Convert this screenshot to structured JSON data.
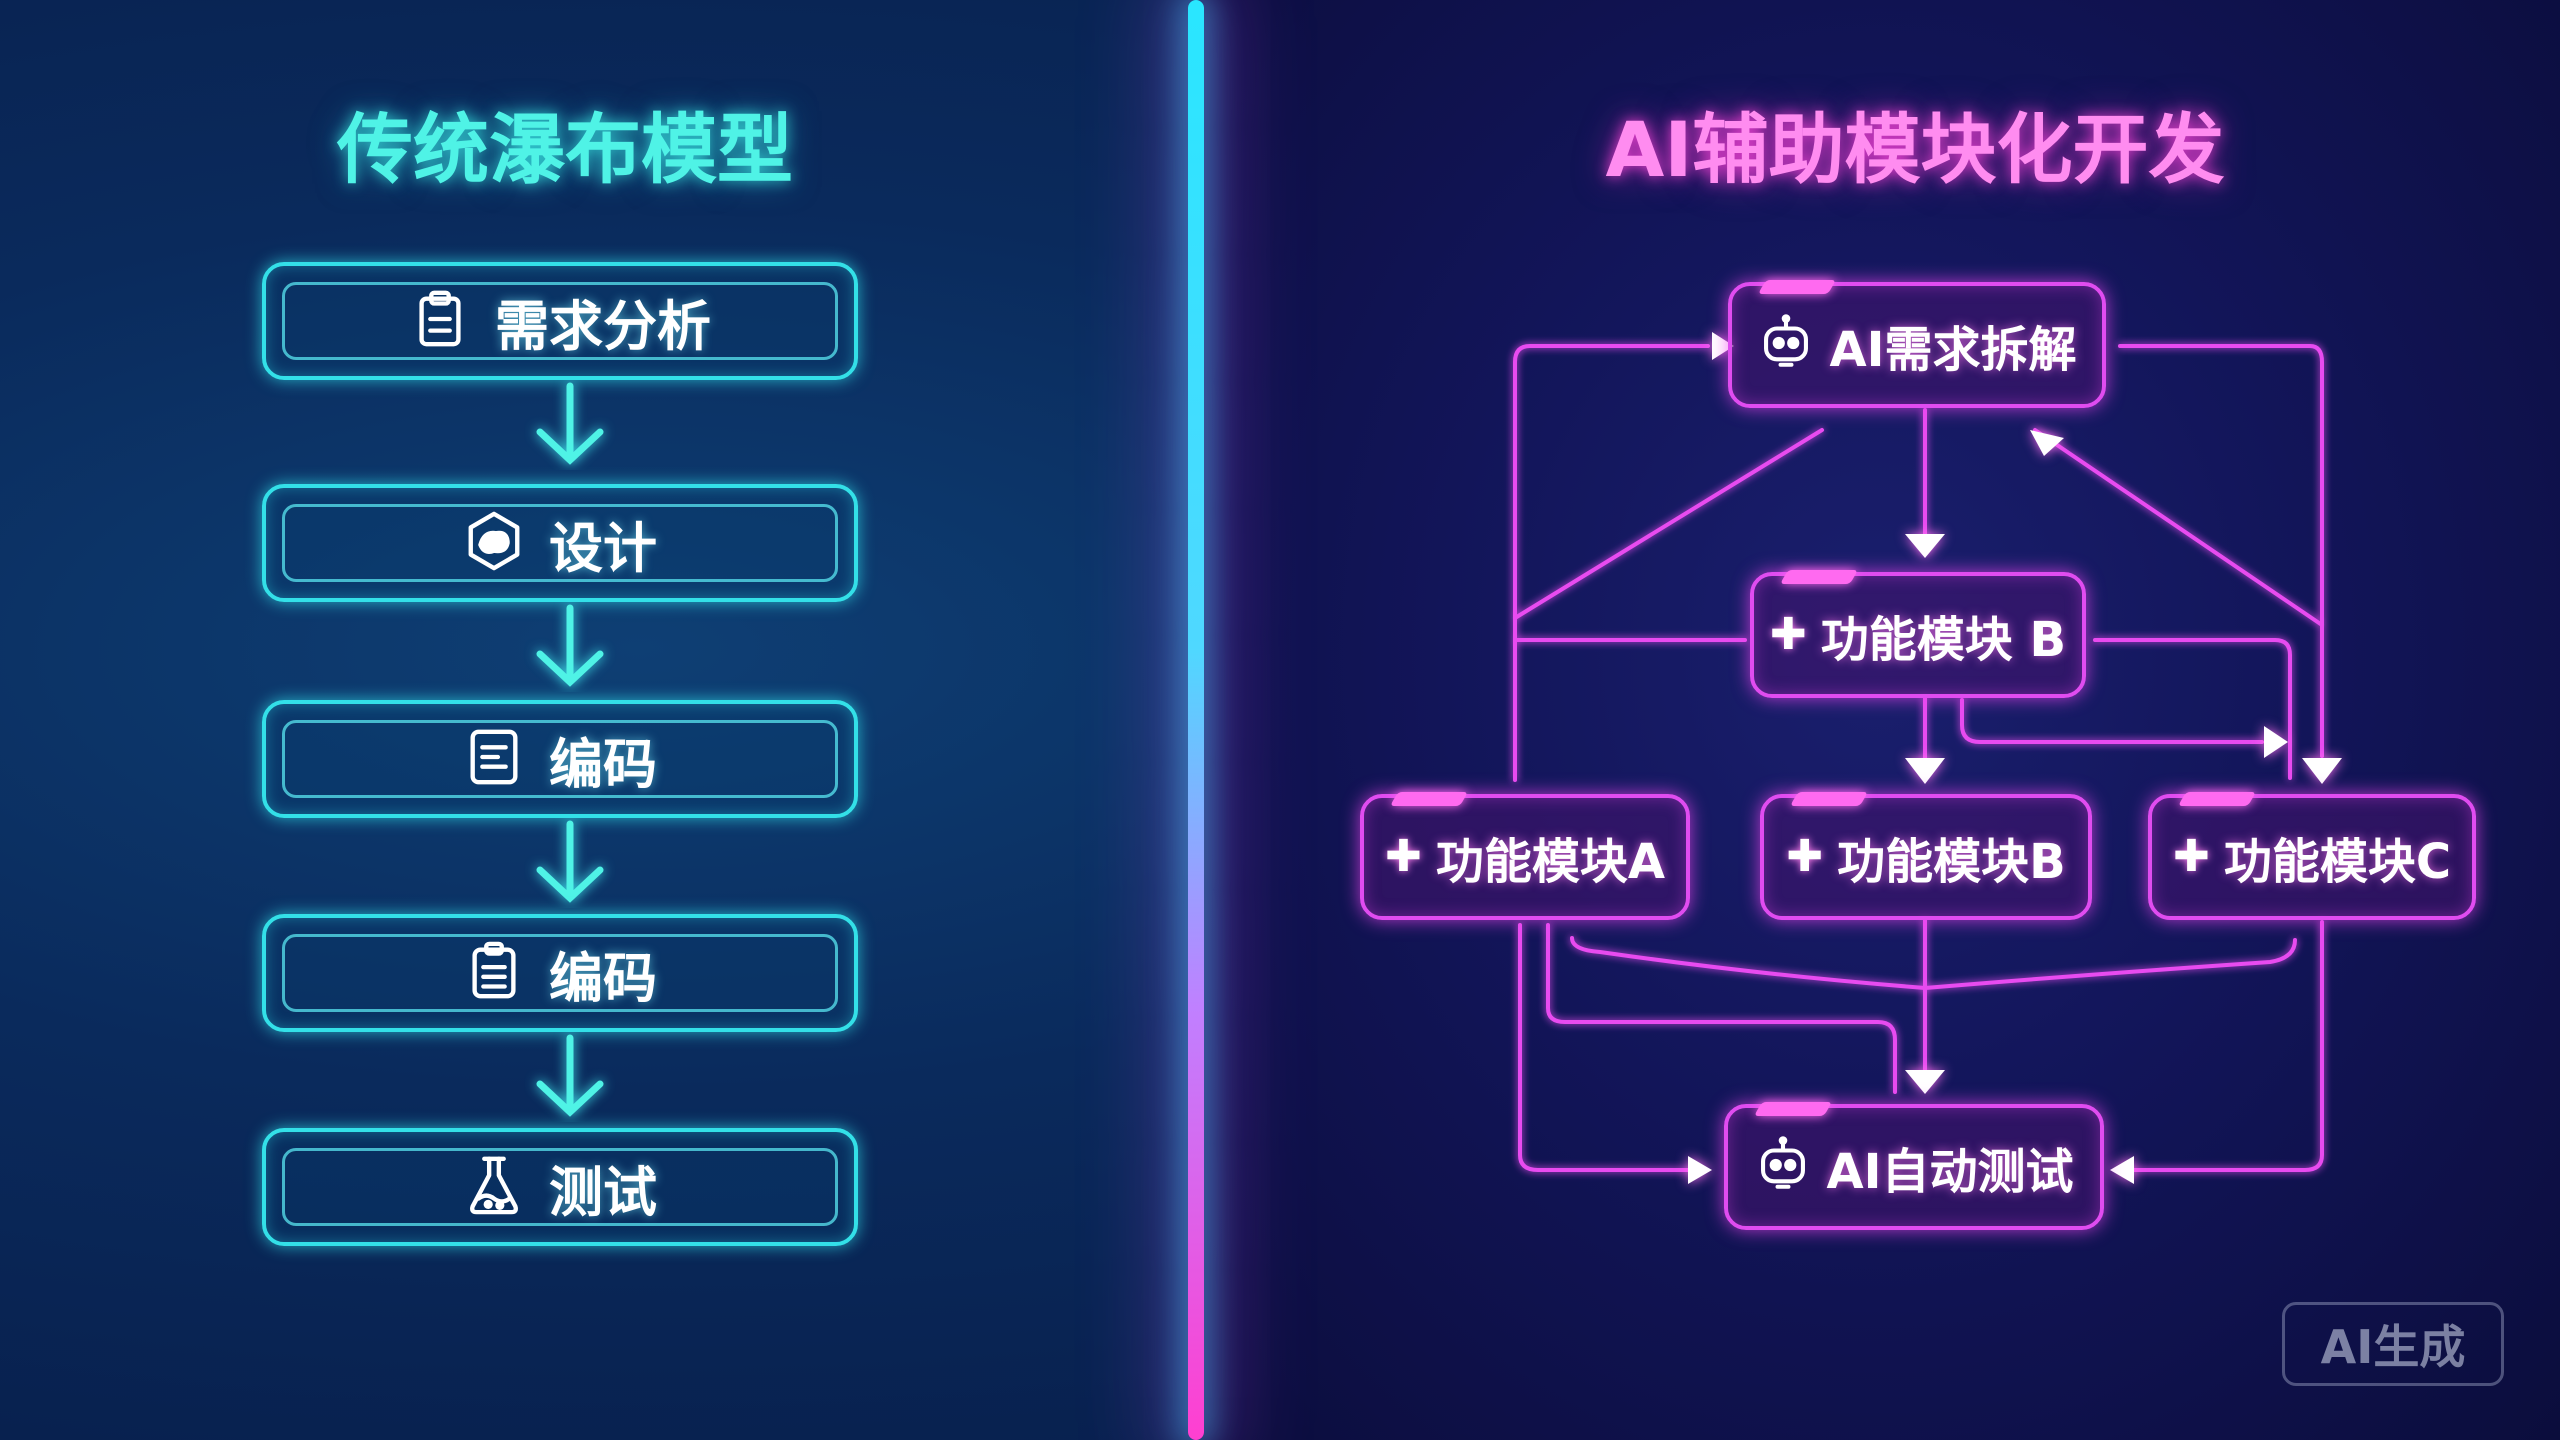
{
  "left": {
    "title": "传统瀑布模型",
    "accent": "#33e0e8",
    "steps": [
      {
        "label": "需求分析",
        "icon": "clipboard-icon"
      },
      {
        "label": "设计",
        "icon": "design-hexagon-icon"
      },
      {
        "label": "编码",
        "icon": "document-icon"
      },
      {
        "label": "编码",
        "icon": "checklist-icon"
      },
      {
        "label": "测试",
        "icon": "flask-icon"
      }
    ]
  },
  "right": {
    "title": "AI辅助模块化开发",
    "accent": "#e04cf0",
    "nodes": {
      "top": {
        "label": "AI需求拆解",
        "icon": "robot-icon"
      },
      "middle": {
        "label": "功能模块 B",
        "icon": "plus-icon"
      },
      "a": {
        "label": "功能模块A",
        "icon": "plus-icon"
      },
      "b": {
        "label": "功能模块B",
        "icon": "plus-icon"
      },
      "c": {
        "label": "功能模块C",
        "icon": "plus-icon"
      },
      "bottom": {
        "label": "AI自动测试",
        "icon": "robot-icon"
      }
    }
  },
  "watermark": "AI生成",
  "plus_glyph": "✚"
}
